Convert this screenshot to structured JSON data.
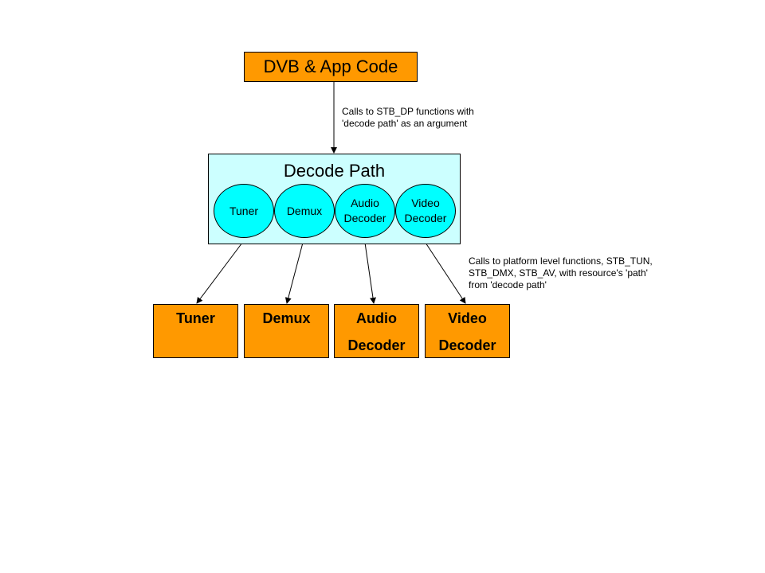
{
  "top_box": {
    "label": "DVB & App Code"
  },
  "annotation_top": "Calls to STB_DP functions with\n'decode path' as an argument",
  "decode_path": {
    "title": "Decode Path",
    "components": [
      {
        "label": "Tuner"
      },
      {
        "label": "Demux"
      },
      {
        "label": "Audio\nDecoder"
      },
      {
        "label": "Video\nDecoder"
      }
    ]
  },
  "annotation_bottom": "Calls to platform level functions, STB_TUN,\nSTB_DMX, STB_AV, with resource's 'path'\nfrom 'decode path'",
  "resources": [
    {
      "label": "Tuner"
    },
    {
      "label": "Demux"
    },
    {
      "label": "Audio\nDecoder"
    },
    {
      "label": "Video\nDecoder"
    }
  ],
  "colors": {
    "orange": "#ff9900",
    "light_cyan": "#ccffff",
    "cyan": "#00ffff"
  }
}
